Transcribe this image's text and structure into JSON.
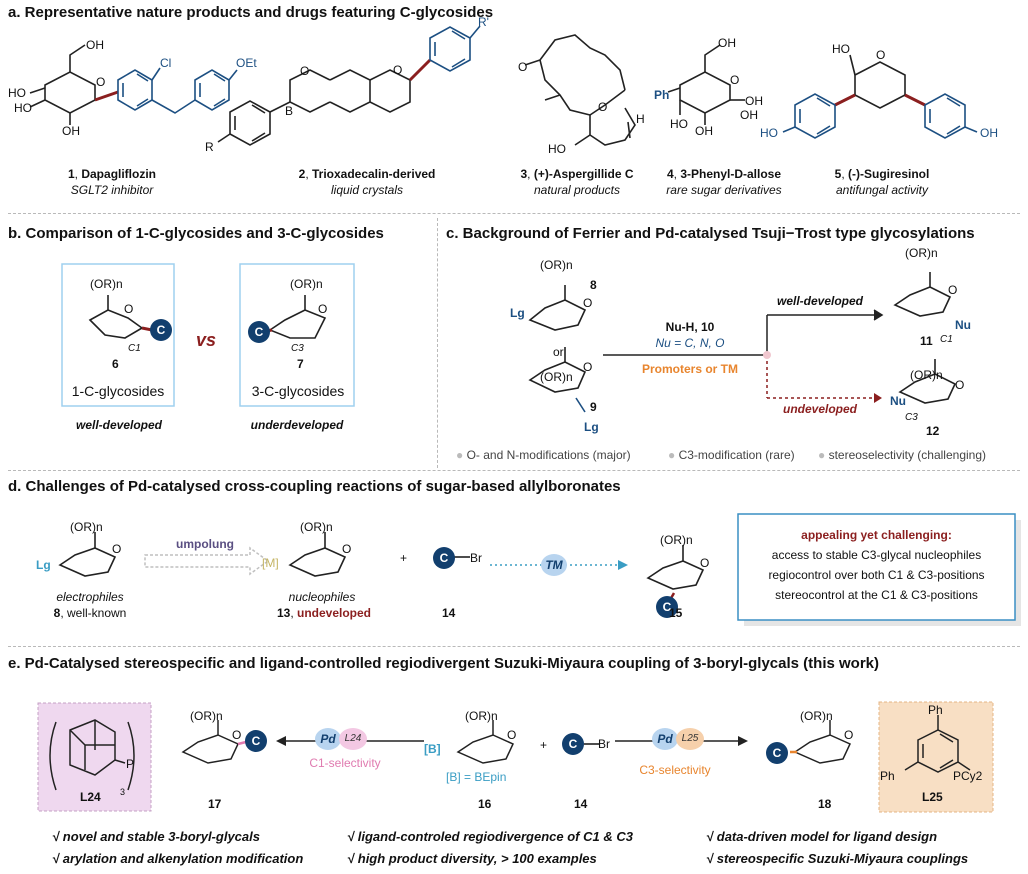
{
  "section_a": {
    "title": "a. Representative nature products and drugs featuring C-glycosides",
    "compounds": [
      {
        "num": "1",
        "name": "Dapagliflozin",
        "desc": "SGLT2 inhibitor"
      },
      {
        "num": "2",
        "name": "Trioxadecalin-derived",
        "desc": "liquid crystals"
      },
      {
        "num": "3",
        "name": "(+)-Aspergillide C",
        "desc": "natural products"
      },
      {
        "num": "4",
        "name": "3-Phenyl-D-allose",
        "desc": "rare sugar derivatives"
      },
      {
        "num": "5",
        "name": "(-)-Sugiresinol",
        "desc": "antifungal activity"
      }
    ],
    "atoms": {
      "ho": "HO",
      "oh": "OH",
      "o": "O",
      "cl": "Cl",
      "oet": "OEt",
      "r": "R",
      "rp": "R'",
      "b": "B",
      "ph": "Ph",
      "h": "H"
    }
  },
  "section_b": {
    "title": "b. Comparison of 1-C-glycosides and 3-C-glycosides",
    "left": {
      "num": "6",
      "label": "1-C-glycosides",
      "status": "well-developed",
      "pos": "C1"
    },
    "vs": "vs",
    "right": {
      "num": "7",
      "label": "3-C-glycosides",
      "status": "underdeveloped",
      "pos": "C3"
    },
    "or_n": "(OR)n",
    "c": "C"
  },
  "section_c": {
    "title": "c. Background of Ferrier and Pd-catalysed Tsuji−Trost type glycosylations",
    "sm1": "8",
    "sm2": "9",
    "or": "or",
    "lg": "Lg",
    "reagent": "Nu-H, 10",
    "nu_def": "Nu = C, N, O",
    "promoters": "Promoters or TM",
    "top_path": "well-developed",
    "bottom_path": "undeveloped",
    "p1": "11",
    "p2": "12",
    "nu": "Nu",
    "c1": "C1",
    "c3": "C3",
    "notes": [
      "O- and N-modifications (major)",
      "C3-modification (rare)",
      "stereoselectivity (challenging)"
    ]
  },
  "section_d": {
    "title": "d. Challenges of Pd-catalysed cross-coupling reactions of sugar-based allylboronates",
    "umpolung": "umpolung",
    "electrophiles": "electrophiles",
    "e_num": "8",
    "e_status": "well-known",
    "nucleophiles": "nucleophiles",
    "n_num": "13",
    "n_status": "undeveloped",
    "m": "[M]",
    "plus": "+",
    "br": "Br",
    "rb_num": "14",
    "tm": "TM",
    "p_num": "15",
    "box_title": "appealing yet challenging:",
    "box_lines": [
      "access to stable C3-glycal nucleophiles",
      "regiocontrol over both C1 & C3-positions",
      "stereocontrol at the C1 & C3-positions"
    ]
  },
  "section_e": {
    "title": "e. Pd-Catalysed stereospecific and ligand-controlled regiodivergent Suzuki-Miyaura coupling of 3-boryl-glycals (this work)",
    "l24": "L24",
    "l25": "L25",
    "pd": "Pd",
    "c1_sel": "C1-selectivity",
    "c3_sel": "C3-selectivity",
    "b": "[B]",
    "bepin": "[B] = BEpin",
    "p17": "17",
    "s16": "16",
    "r14": "14",
    "p18": "18",
    "pcy2": "PCy2",
    "ph": "Ph",
    "bullets": [
      "√  novel and stable 3-boryl-glycals",
      "√  arylation and alkenylation modification",
      "√  ligand-controled regiodivergence of C1 & C3",
      "√  high product diversity, > 100 examples",
      "√  data-driven model for ligand design",
      "√  stereospecific Suzuki-Miyaura couplings"
    ]
  }
}
